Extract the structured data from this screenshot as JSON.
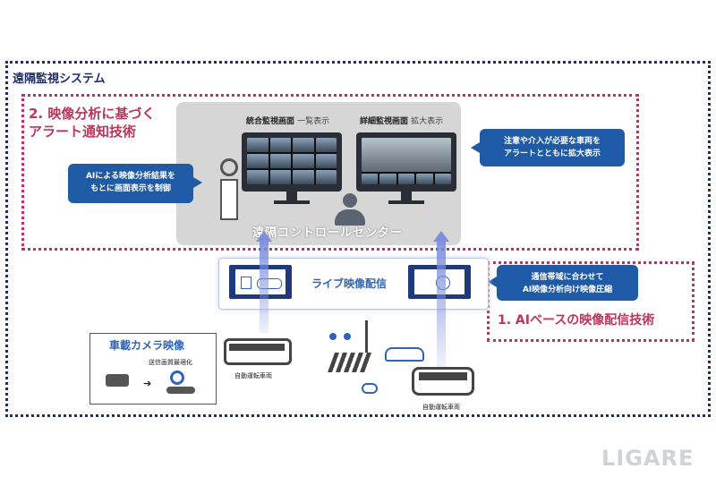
{
  "system": {
    "title": "遠隔監視システム"
  },
  "section2": {
    "title_line1": "2. 映像分析に基づく",
    "title_line2": "アラート通知技術"
  },
  "section1": {
    "title": "1. AIベースの映像配信技術"
  },
  "control_center": {
    "label": "遠隔コントロールセンター",
    "left_monitor": {
      "title": "統合監視画面",
      "subtitle": "一覧表示"
    },
    "right_monitor": {
      "title": "詳細監視画面",
      "subtitle": "拡大表示"
    }
  },
  "callouts": {
    "ai_left_line1": "AIによる映像分析結果を",
    "ai_left_line2": "もとに画面表示を制御",
    "alert_right_line1": "注意や介入が必要な車両を",
    "alert_right_line2": "アラートとともに拡大表示",
    "bandwidth_line1": "通信帯域に合わせて",
    "bandwidth_line2": "AI映像分析向け映像圧縮"
  },
  "live": {
    "label": "ライブ映像配信"
  },
  "camera": {
    "title": "車載カメラ映像",
    "process": "送信画質最適化"
  },
  "vehicles": {
    "bus_left": "自動運転車両",
    "bus_right": "自動運転車両"
  },
  "brand": "LIGARE",
  "colors": {
    "navy": "#1f2d6b",
    "crimson": "#c0335a",
    "blue": "#1f5aa6",
    "accent": "#2f64b8"
  }
}
